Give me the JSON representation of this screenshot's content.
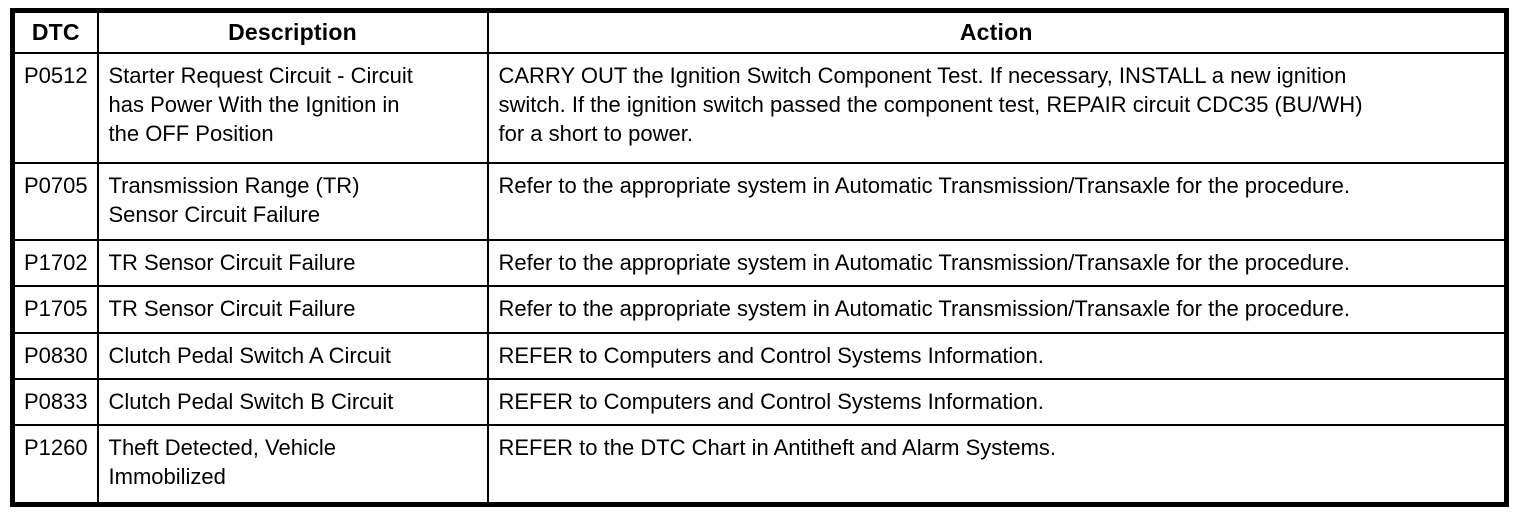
{
  "table": {
    "columns": [
      {
        "key": "dtc",
        "label": "DTC"
      },
      {
        "key": "description",
        "label": "Description"
      },
      {
        "key": "action",
        "label": "Action"
      }
    ],
    "rows": [
      {
        "dtc": "P0512",
        "description": "Starter Request Circuit - Circuit\nhas Power With the Ignition in\nthe OFF Position",
        "action": "CARRY OUT the Ignition Switch Component Test. If necessary, INSTALL a new ignition\nswitch. If the ignition switch passed the component test, REPAIR circuit CDC35 (BU/WH)\nfor a short to power."
      },
      {
        "dtc": "P0705",
        "description": "Transmission Range (TR)\nSensor Circuit Failure",
        "action": "Refer to the appropriate system in Automatic Transmission/Transaxle for the procedure."
      },
      {
        "dtc": "P1702",
        "description": "TR Sensor Circuit Failure",
        "action": "Refer to the appropriate system in Automatic Transmission/Transaxle for the procedure."
      },
      {
        "dtc": "P1705",
        "description": "TR Sensor Circuit Failure",
        "action": "Refer to the appropriate system in Automatic Transmission/Transaxle for the procedure."
      },
      {
        "dtc": "P0830",
        "description": "Clutch Pedal Switch A Circuit",
        "action": "REFER to Computers and Control Systems Information."
      },
      {
        "dtc": "P0833",
        "description": "Clutch Pedal Switch B Circuit",
        "action": "REFER to Computers and Control Systems Information."
      },
      {
        "dtc": "P1260",
        "description": "Theft Detected, Vehicle\nImmobilized",
        "action": "REFER to the DTC Chart in Antitheft and Alarm Systems."
      }
    ],
    "border_color": "#000000",
    "background_color": "#ffffff"
  }
}
